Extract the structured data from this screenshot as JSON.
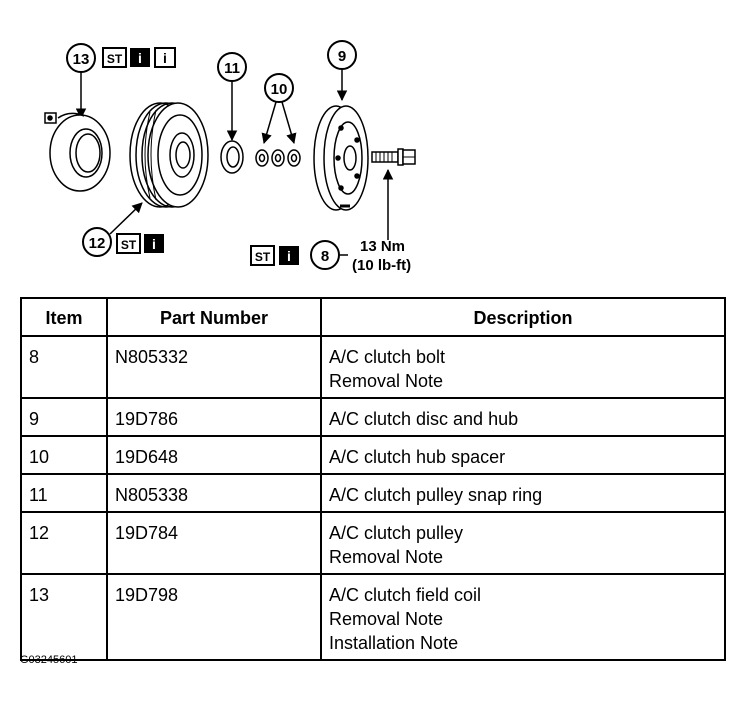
{
  "diagram": {
    "callouts": {
      "c13": "13",
      "c11": "11",
      "c10": "10",
      "c9": "9",
      "c12": "12",
      "c8": "8"
    },
    "badges": {
      "st": "ST",
      "info": "i"
    },
    "torque": {
      "nm": "13 Nm",
      "lbft": "(10 lb-ft)"
    }
  },
  "table": {
    "headers": [
      "Item",
      "Part Number",
      "Description"
    ],
    "rows": [
      {
        "item": "8",
        "part": "N805332",
        "desc": [
          "A/C clutch bolt",
          "Removal Note"
        ]
      },
      {
        "item": "9",
        "part": "19D786",
        "desc": [
          "A/C clutch disc and hub"
        ]
      },
      {
        "item": "10",
        "part": "19D648",
        "desc": [
          "A/C clutch hub spacer"
        ]
      },
      {
        "item": "11",
        "part": "N805338",
        "desc": [
          "A/C clutch pulley snap ring"
        ]
      },
      {
        "item": "12",
        "part": "19D784",
        "desc": [
          "A/C clutch pulley",
          "Removal Note"
        ]
      },
      {
        "item": "13",
        "part": "19D798",
        "desc": [
          "A/C clutch field coil",
          "Removal Note",
          "Installation Note"
        ]
      }
    ]
  },
  "figure_id": "G03245601"
}
